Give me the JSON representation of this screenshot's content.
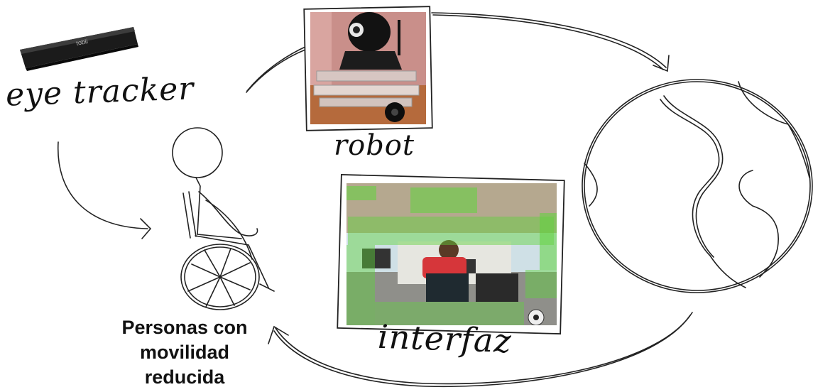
{
  "labels": {
    "eye_tracker": "eye tracker",
    "robot": "robot",
    "interfaz": "interfaz"
  },
  "caption": {
    "line1": "Personas con",
    "line2": "movilidad",
    "line3": "reducida"
  },
  "device_brand": "tobii",
  "colors": {
    "ink": "#111111",
    "overlay_green": "#5fd33c",
    "robot_wall": "#c98f8a",
    "robot_floor": "#b56a3c"
  }
}
